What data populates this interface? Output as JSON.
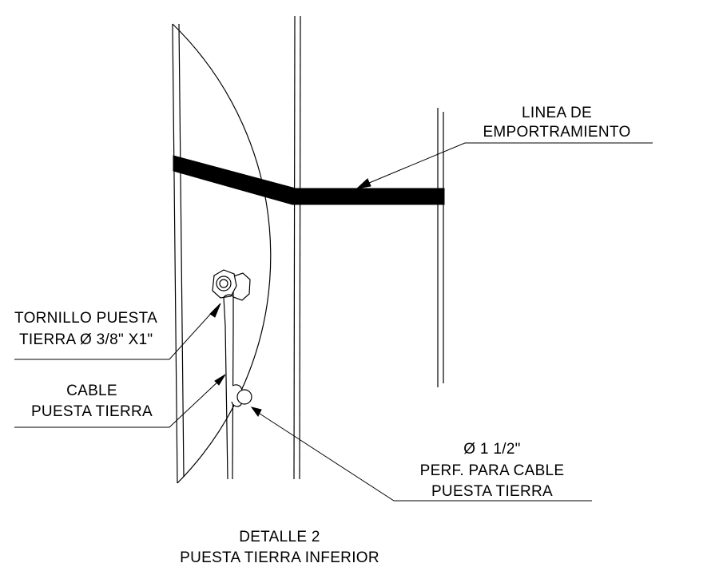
{
  "labels": {
    "linea_de": "LINEA DE",
    "emportramiento": "EMPORTRAMIENTO",
    "tornillo_line1": "TORNILLO PUESTA",
    "tornillo_line2": "TIERRA  Ø 3/8\" X1\"",
    "cable_line1": "CABLE",
    "cable_line2": "PUESTA TIERRA",
    "perf_line1": "Ø 1 1/2\"",
    "perf_line2": "PERF. PARA CABLE",
    "perf_line3": "PUESTA TIERRA"
  },
  "title": {
    "line1": "DETALLE 2",
    "line2": "PUESTA TIERRA INFERIOR"
  },
  "colors": {
    "ink": "#000000",
    "background": "#ffffff"
  }
}
